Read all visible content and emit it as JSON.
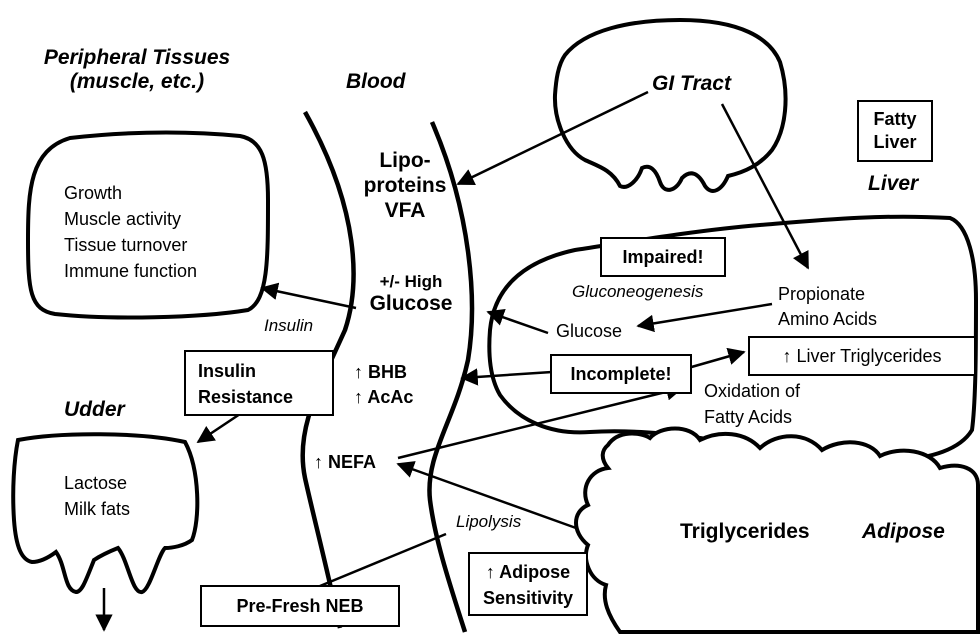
{
  "regions": {
    "peripheral_title_1": "Peripheral Tissues",
    "peripheral_title_2": "(muscle, etc.)",
    "blood": "Blood",
    "gi_tract": "GI Tract",
    "liver": "Liver",
    "udder": "Udder",
    "adipose": "Adipose"
  },
  "peripheral_functions": [
    "Growth",
    "Muscle activity",
    "Tissue turnover",
    "Immune function"
  ],
  "udder_products": [
    "Lactose",
    "Milk fats"
  ],
  "blood_components": {
    "lipo_1": "Lipo-",
    "lipo_2": "proteins",
    "vfa": "VFA",
    "glucose_1": "+/- High",
    "glucose_2": "Glucose",
    "bhb": "↑ BHB",
    "acac": "↑ AcAc",
    "nefa": "↑ NEFA"
  },
  "labels": {
    "insulin": "Insulin",
    "lipolysis": "Lipolysis",
    "gluconeogenesis": "Gluconeogenesis",
    "glucose": "Glucose",
    "propionate": "Propionate",
    "amino_acids": "Amino Acids",
    "oxidation_1": "Oxidation of",
    "oxidation_2": "Fatty Acids",
    "triglycerides": "Triglycerides"
  },
  "boxes": {
    "fatty_liver_1": "Fatty",
    "fatty_liver_2": "Liver",
    "impaired": "Impaired!",
    "incomplete": "Incomplete!",
    "liver_triglycerides": "↑ Liver Triglycerides",
    "insulin_resistance_1": "Insulin",
    "insulin_resistance_2": "Resistance",
    "adipose_sensitivity_1": "↑ Adipose",
    "adipose_sensitivity_2": "Sensitivity",
    "pre_fresh": "Pre-Fresh NEB"
  }
}
